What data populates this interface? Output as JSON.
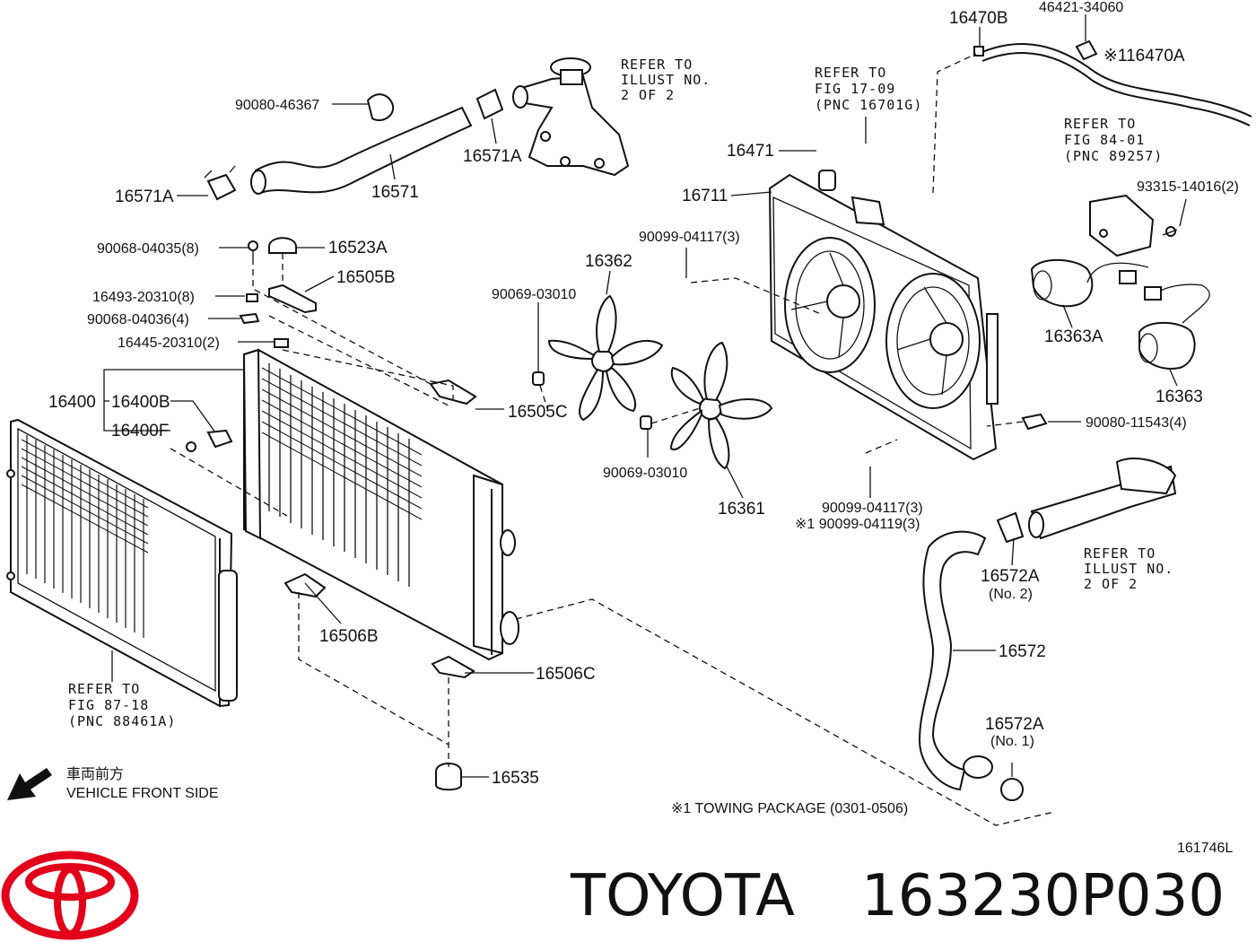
{
  "diagram": {
    "part_labels": {
      "p90080_46367": "90080-46367",
      "p16571A_top": "16571A",
      "p16571A_left": "16571A",
      "p16571": "16571",
      "p90068_04035": "90068-04035(8)",
      "p16523A": "16523A",
      "p16505B": "16505B",
      "p16493": "16493-20310(8)",
      "p90068_04036": "90068-04036(4)",
      "p16445": "16445-20310(2)",
      "p16400": "16400",
      "p16400B": "16400B",
      "p16400F": "16400F",
      "p16505C": "16505C",
      "p16362": "16362",
      "p90069_a": "90069-03010",
      "p90069_b": "90069-03010",
      "p16361": "16361",
      "p90099_a": "90099-04117(3)",
      "p90099_b": "90099-04117(3)",
      "p90099_c": "※1 90099-04119(3)",
      "p16471": "16471",
      "p16711": "16711",
      "p16470B": "16470B",
      "p46421": "46421-34060",
      "p16470A": "※116470A",
      "p93315": "93315-14016(2)",
      "p16363A": "16363A",
      "p16363": "16363",
      "p90080_11543": "90080-11543(4)",
      "p16572A_2": "16572A",
      "p16572A_2_note": "(No. 2)",
      "p16572": "16572",
      "p16572A_1": "16572A",
      "p16572A_1_note": "(No. 1)",
      "p16506B": "16506B",
      "p16506C": "16506C",
      "p16535": "16535"
    },
    "refer_notes": {
      "illust_top": [
        "REFER TO",
        "ILLUST NO.",
        "2 OF 2"
      ],
      "fig_17_09": [
        "REFER TO",
        "FIG 17-09",
        "(PNC 16701G)"
      ],
      "fig_84_01": [
        "REFER TO",
        "FIG 84-01",
        "(PNC 89257)"
      ],
      "illust_right": [
        "REFER TO",
        "ILLUST NO.",
        "2 OF 2"
      ],
      "fig_87_18": [
        "REFER TO",
        "FIG 87-18",
        "(PNC 88461A)"
      ]
    },
    "front_side_jp": "車両前方",
    "front_side_en": "VEHICLE FRONT SIDE",
    "towing_note": "※1 TOWING PACKAGE (0301-0506)",
    "diagram_code": "161746L"
  },
  "footer": {
    "brand": "TOYOTA",
    "part_number": "163230P030",
    "logo_color": "#e2001a"
  }
}
